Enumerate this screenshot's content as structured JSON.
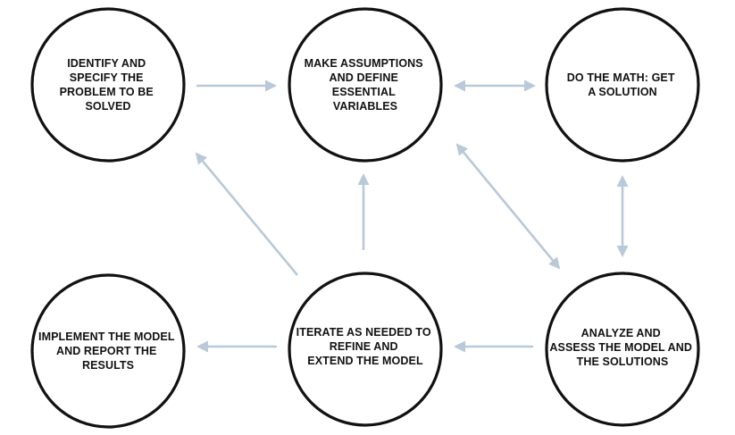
{
  "diagram": {
    "arrow_color": "#b9c9d8",
    "node_stroke_color": "#111111",
    "nodes": {
      "identify": {
        "lines": [
          "IDENTIFY AND",
          "SPECIFY THE",
          "PROBLEM TO BE",
          "SOLVED"
        ]
      },
      "assumptions": {
        "lines": [
          "MAKE ASSUMPTIONS",
          "AND DEFINE",
          "ESSENTIAL",
          "VARIABLES"
        ]
      },
      "math": {
        "lines": [
          "DO THE MATH: GET",
          "A SOLUTION"
        ]
      },
      "implement": {
        "lines": [
          "IMPLEMENT THE MODEL",
          "AND REPORT THE",
          "RESULTS"
        ]
      },
      "iterate": {
        "lines": [
          "ITERATE AS NEEDED TO",
          "REFINE AND",
          "EXTEND THE MODEL"
        ]
      },
      "analyze": {
        "lines": [
          "ANALYZE AND",
          "ASSESS THE MODEL  AND",
          "THE SOLUTIONS"
        ]
      }
    }
  }
}
